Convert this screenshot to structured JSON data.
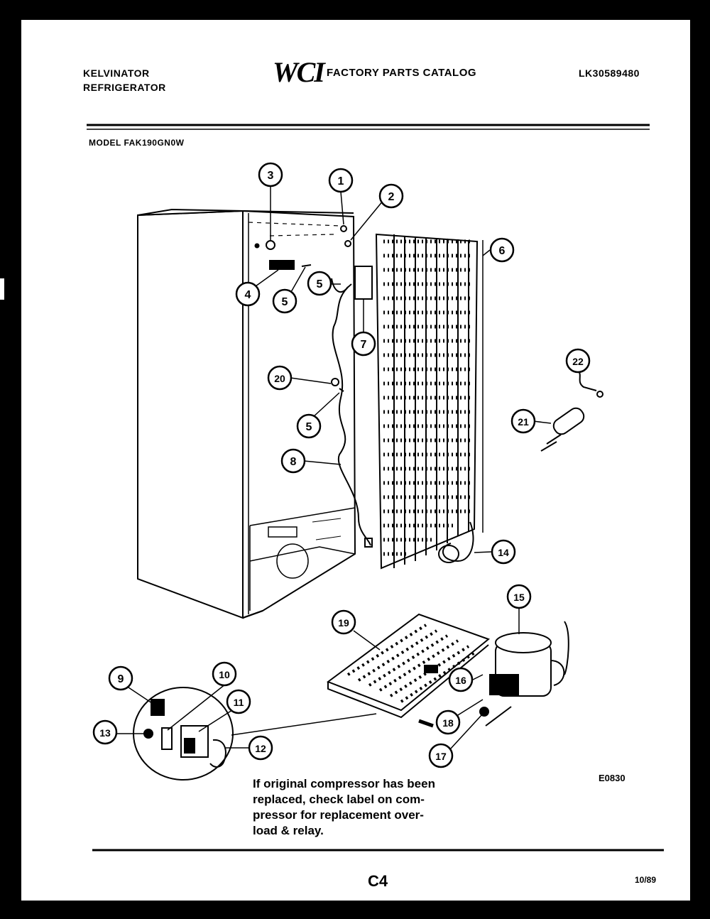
{
  "header": {
    "brand_line1": "KELVINATOR",
    "brand_line2": "REFRIGERATOR",
    "logo_text": "WCI",
    "catalog_title": "FACTORY PARTS CATALOG",
    "catalog_number": "LK30589480",
    "model_label": "MODEL FAK190GN0W"
  },
  "callouts": [
    "1",
    "2",
    "3",
    "4",
    "5",
    "5",
    "5",
    "6",
    "7",
    "8",
    "9",
    "10",
    "11",
    "12",
    "13",
    "14",
    "15",
    "16",
    "17",
    "18",
    "19",
    "20",
    "21",
    "22"
  ],
  "note": "If original compressor has been\nreplaced, check label on com-\npressor for replacement over-\nload & relay.",
  "diagram_code": "E0830",
  "footer": {
    "page_code": "C4",
    "date": "10/89"
  }
}
